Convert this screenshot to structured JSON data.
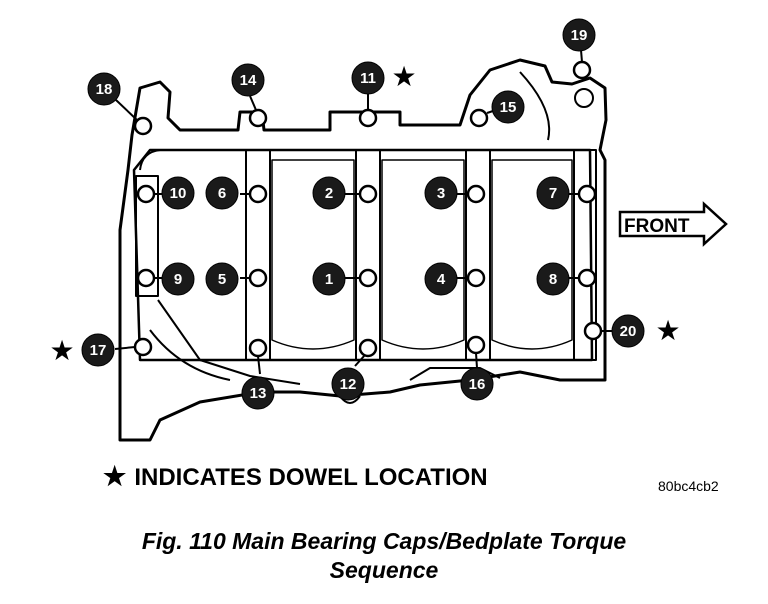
{
  "figure": {
    "caption_line1": "Fig. 110 Main Bearing Caps/Bedplate Torque",
    "caption_line2": "Sequence",
    "image_code": "80bc4cb2",
    "legend_text": "INDICATES DOWEL LOCATION",
    "legend_symbol": "★",
    "front_label": "FRONT"
  },
  "bolts": [
    {
      "num": "1",
      "dowel": false
    },
    {
      "num": "2",
      "dowel": false
    },
    {
      "num": "3",
      "dowel": false
    },
    {
      "num": "4",
      "dowel": false
    },
    {
      "num": "5",
      "dowel": false
    },
    {
      "num": "6",
      "dowel": false
    },
    {
      "num": "7",
      "dowel": false
    },
    {
      "num": "8",
      "dowel": false
    },
    {
      "num": "9",
      "dowel": false
    },
    {
      "num": "10",
      "dowel": false
    },
    {
      "num": "11",
      "dowel": true
    },
    {
      "num": "12",
      "dowel": false
    },
    {
      "num": "13",
      "dowel": false
    },
    {
      "num": "14",
      "dowel": false
    },
    {
      "num": "15",
      "dowel": false
    },
    {
      "num": "16",
      "dowel": false
    },
    {
      "num": "17",
      "dowel": true
    },
    {
      "num": "18",
      "dowel": false
    },
    {
      "num": "19",
      "dowel": false
    },
    {
      "num": "20",
      "dowel": true
    }
  ],
  "colors": {
    "ink": "#000000",
    "paper": "#ffffff",
    "label_fill": "#1a1a1a"
  }
}
